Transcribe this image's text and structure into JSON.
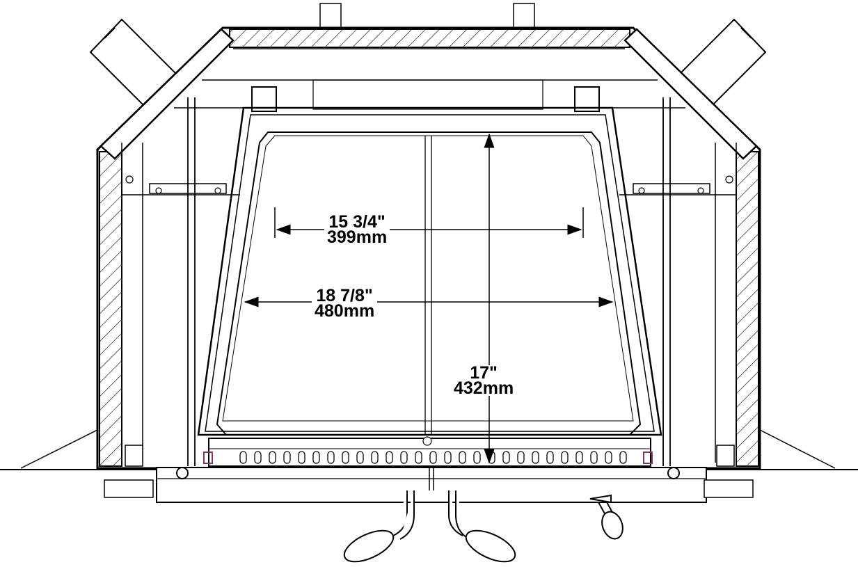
{
  "dimensions": {
    "inner_rear_width": {
      "imperial": "15 3/4\"",
      "metric": "399mm"
    },
    "front_opening_width": {
      "imperial": "18 7/8\"",
      "metric": "480mm"
    },
    "opening_height": {
      "imperial": "17\"",
      "metric": "432mm"
    }
  },
  "colors": {
    "line": "#000000",
    "hatch": "#000000",
    "background": "#ffffff",
    "accent_fastener": "#7a3a6a"
  }
}
